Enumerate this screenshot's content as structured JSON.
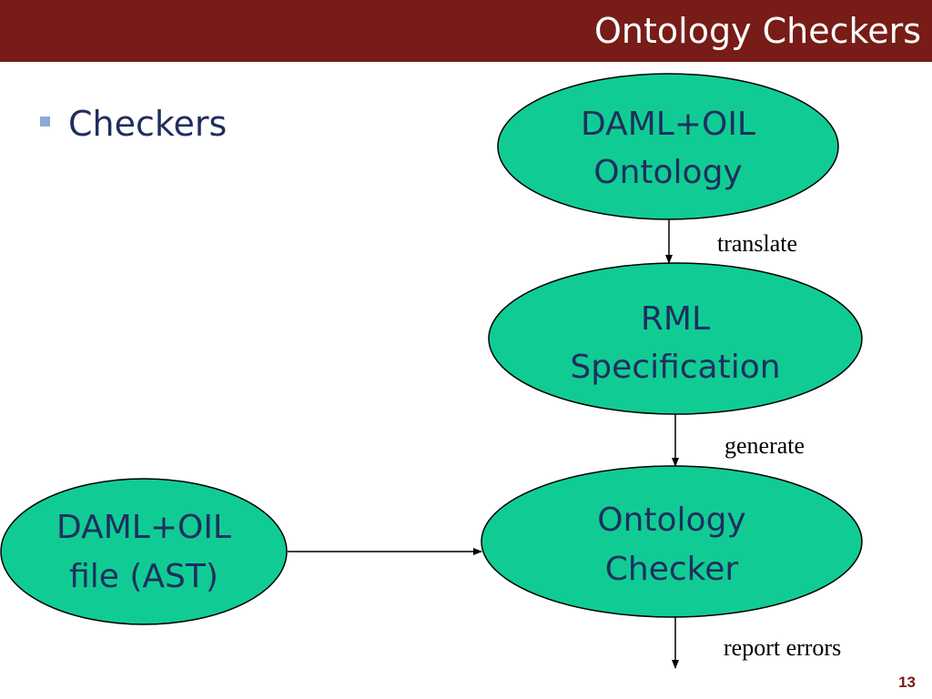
{
  "slide": {
    "title": "Ontology Checkers",
    "bullet": "Checkers",
    "page_number": "13"
  },
  "colors": {
    "title_bar": "#771c16",
    "node_fill": "#10cc94",
    "node_text": "#1e2f5e",
    "bullet_mark": "#8ea8d8",
    "bullet_text": "#1f2e5c"
  },
  "diagram": {
    "nodes": {
      "daml_ontology": {
        "line1": "DAML+OIL",
        "line2": "Ontology"
      },
      "rml_spec": {
        "line1": "RML",
        "line2": "Specification"
      },
      "ontology_checker": {
        "line1": "Ontology",
        "line2": "Checker"
      },
      "daml_file": {
        "line1": "DAML+OIL",
        "line2": "file (AST)"
      }
    },
    "edges": {
      "translate": "translate",
      "generate": "generate",
      "report_errors": "report errors"
    }
  }
}
